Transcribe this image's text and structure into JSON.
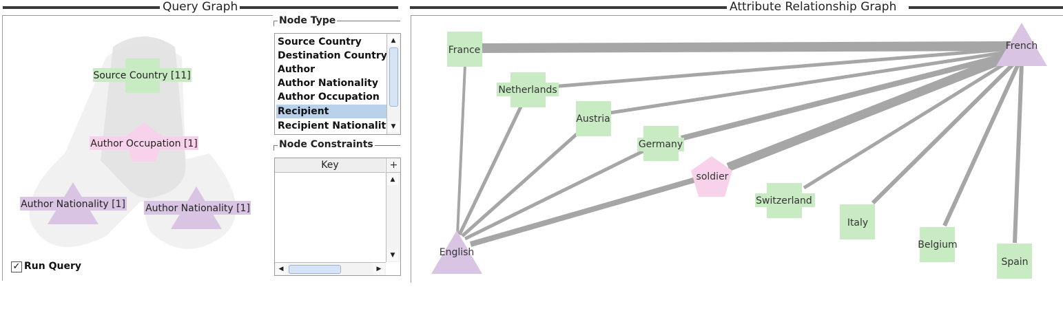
{
  "query_panel": {
    "title": "Query Graph",
    "nodes": [
      {
        "label": "Source Country [11]",
        "shape": "square",
        "color": "#c9ebc4"
      },
      {
        "label": "Author Occupation [1]",
        "shape": "pentagon",
        "color": "#f8d2ea"
      },
      {
        "label": "Author Nationality [1]",
        "shape": "triangle",
        "color": "#d9c4e3"
      },
      {
        "label": "Author Nationality [1]",
        "shape": "triangle",
        "color": "#d9c4e3"
      }
    ],
    "run_query_label": "Run Query",
    "run_query_checked": true,
    "check_glyph": "✓"
  },
  "node_type": {
    "title": "Node Type",
    "items": [
      "Source Country",
      "Destination Country",
      "Author",
      "Author Nationality",
      "Author Occupation",
      "Recipient",
      "Recipient Nationality"
    ],
    "selected": "Recipient"
  },
  "node_constraints": {
    "title": "Node Constraints",
    "column_header": "Key",
    "add_glyph": "+"
  },
  "attr_panel": {
    "title": "Attribute Relationship Graph",
    "nodes": {
      "france": "France",
      "netherlands": "Netherlands",
      "austria": "Austria",
      "germany": "Germany",
      "soldier": "soldier",
      "switzerland": "Switzerland",
      "italy": "Italy",
      "belgium": "Belgium",
      "spain": "Spain",
      "english": "English",
      "french": "French"
    }
  },
  "colors": {
    "country": "#c9ebc4",
    "occupation": "#f8d2ea",
    "nationality": "#d9c4e3",
    "edge": "#a8a8a8",
    "selection": "#b8d0ea"
  },
  "icons": {
    "scroll_up": "up-arrow-icon",
    "scroll_down": "down-arrow-icon",
    "scroll_left": "left-arrow-icon",
    "scroll_right": "right-arrow-icon"
  }
}
